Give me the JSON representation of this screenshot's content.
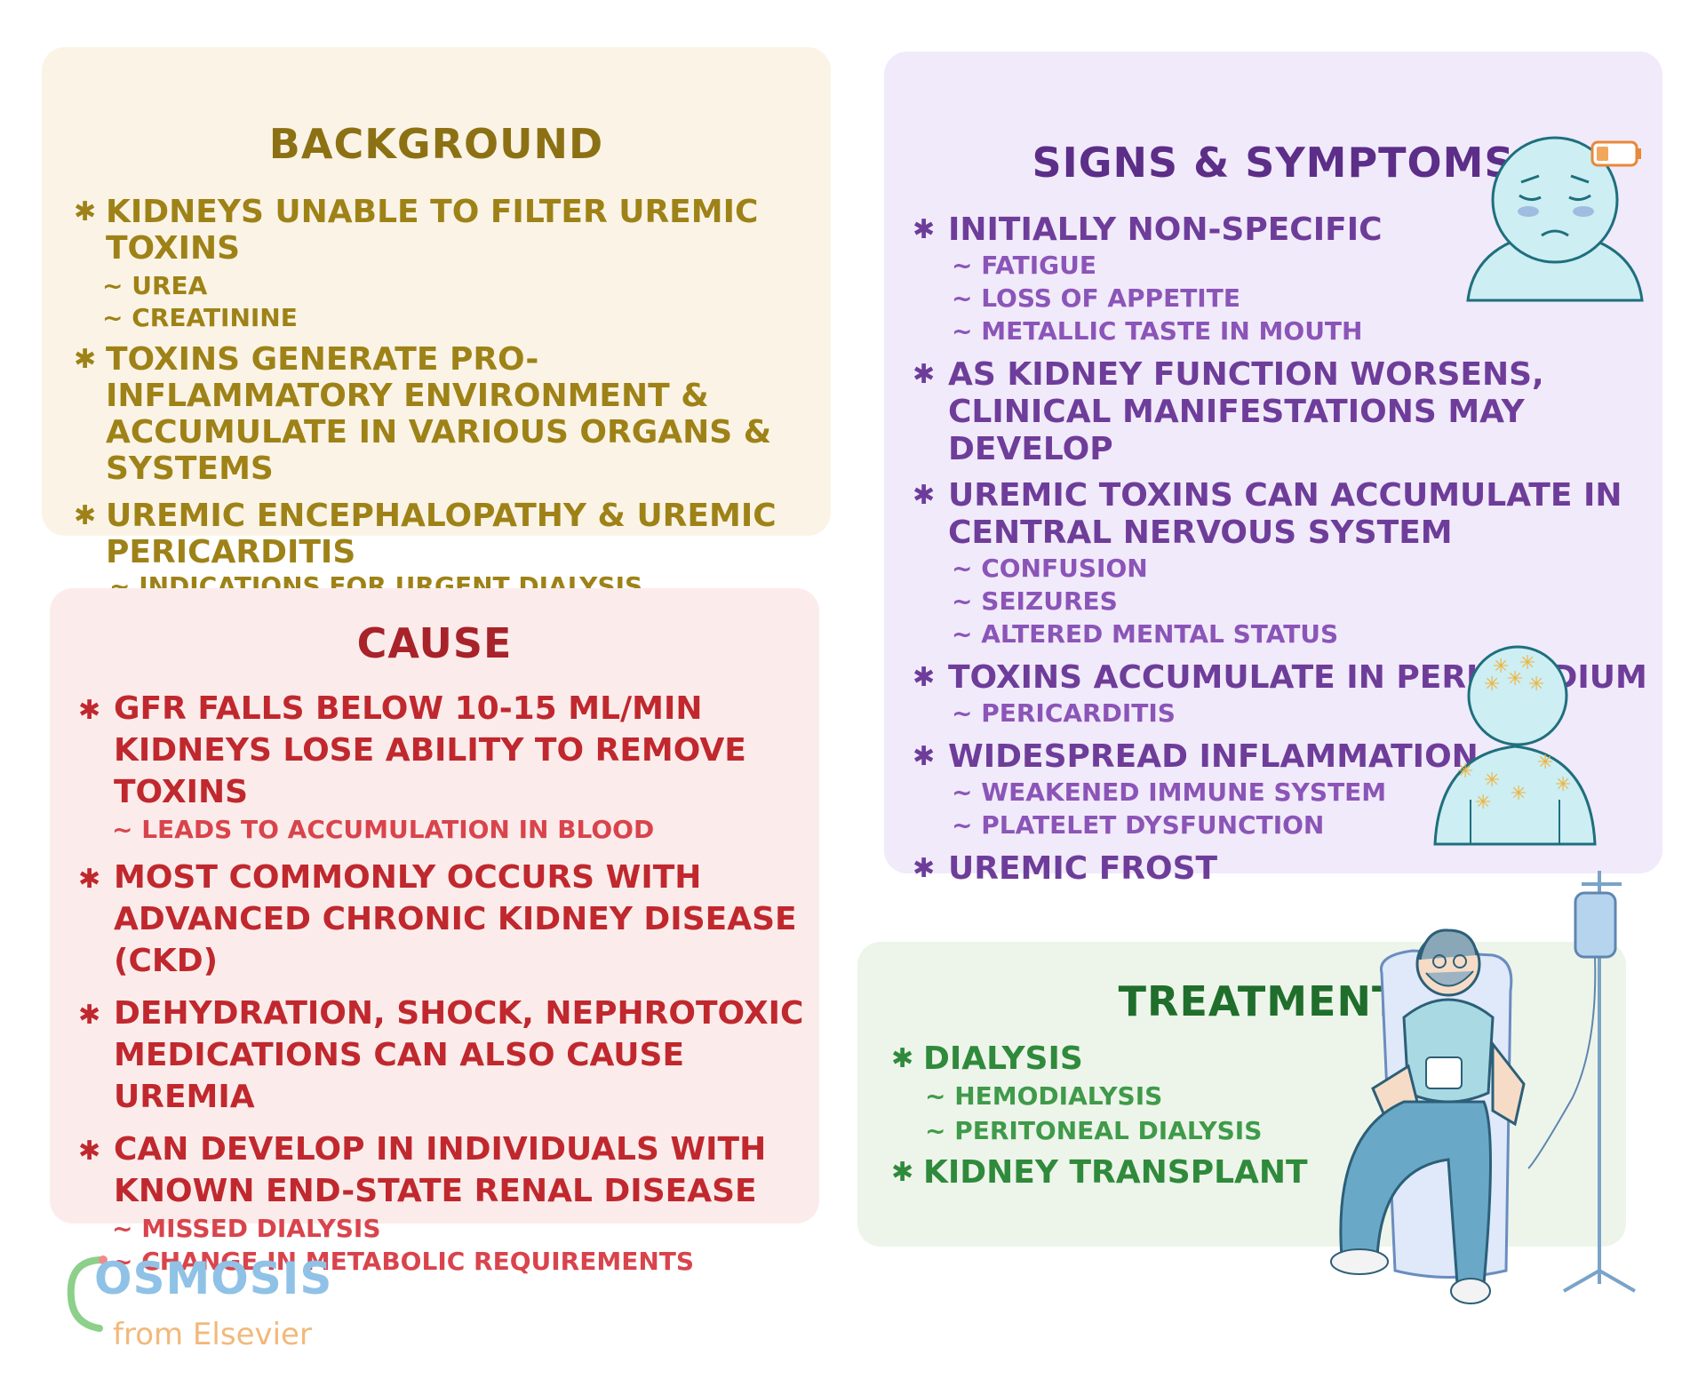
{
  "background": {
    "title": "Background",
    "items": [
      {
        "text": "Kidneys unable to filter uremic toxins",
        "subs": [
          "~ Urea",
          "~ Creatinine"
        ]
      },
      {
        "text": "Toxins generate pro-inflammatory environment & accumulate in various organs & systems",
        "subs": []
      },
      {
        "text": "Uremic encephalopathy & uremic pericarditis",
        "subs": [
          "~ Indications for urgent dialysis"
        ]
      }
    ]
  },
  "cause": {
    "title": "Cause",
    "items": [
      {
        "text": "GFR falls below 10-15 mL/min kidneys lose ability to remove toxins",
        "subs": [
          "~ Leads to accumulation in blood"
        ]
      },
      {
        "text": "Most commonly occurs with advanced chronic kidney disease (CKD)",
        "subs": []
      },
      {
        "text": "Dehydration, shock, nephrotoxic medications can also cause uremia",
        "subs": []
      },
      {
        "text": "Can develop in individuals with known end-state renal disease",
        "subs": [
          "~ Missed dialysis",
          "~ Change in metabolic requirements"
        ]
      }
    ]
  },
  "signs": {
    "title": "Signs & Symptoms",
    "items": [
      {
        "text": "Initially non-specific",
        "subs": [
          "~ Fatigue",
          "~ Loss of appetite",
          "~ Metallic taste in mouth"
        ]
      },
      {
        "text": "As kidney function worsens, clinical manifestations may develop",
        "subs": []
      },
      {
        "text": "Uremic toxins can accumulate in central nervous system",
        "subs": [
          "~ Confusion",
          "~ Seizures",
          "~ Altered mental status"
        ]
      },
      {
        "text": "Toxins accumulate in pericardium",
        "subs": [
          "~ Pericarditis"
        ]
      },
      {
        "text": "Widespread inflammation",
        "subs": [
          "~ Weakened immune system",
          "~ Platelet dysfunction"
        ]
      },
      {
        "text": "Uremic frost",
        "subs": []
      }
    ]
  },
  "treatment": {
    "title": "Treatment",
    "items": [
      {
        "text": "Dialysis",
        "subs": [
          "~ Hemodialysis",
          "~ Peritoneal dialysis"
        ]
      },
      {
        "text": "Kidney transplant",
        "subs": []
      }
    ]
  },
  "logo": {
    "brand": "OSMOSIS",
    "tagline": "from Elsevier"
  },
  "icons": {
    "bullet": "asterisk-bullet-icon"
  },
  "colors": {
    "background_card": "#fbf4e6",
    "cause_card": "#fbeceb",
    "signs_card": "#f1eafa",
    "treatment_card": "#edf5ea"
  }
}
